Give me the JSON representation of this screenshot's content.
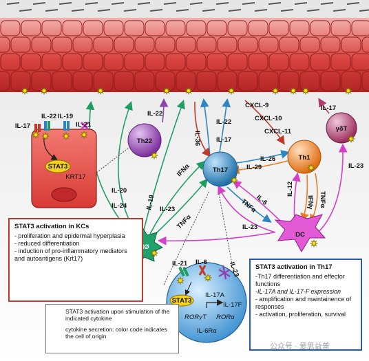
{
  "cells": {
    "th22": "Th22",
    "th17": "Th17",
    "th1": "Th1",
    "gdt": "γδT",
    "dc": "DC",
    "mo": "MØ",
    "kc_stat3": "STAT3",
    "kc_krt17": "KRT17",
    "th17_stat3": "STAT3"
  },
  "kc_receptors": {
    "il17": "IL-17",
    "il22": "IL-22",
    "il19": "IL-19",
    "il21": "IL-21"
  },
  "th17_receptors": {
    "il21": "IL-21",
    "il6": "IL-6",
    "il23": "IL-23"
  },
  "th17_cell_text": {
    "il17a": "IL-17A",
    "il17f": "IL-17F",
    "rorgt": "RORγT",
    "rora": "RORα",
    "il6ra": "IL-6Rα"
  },
  "cytokines": {
    "il22_th22": "IL-22",
    "il22_th17": "IL-22",
    "il36": "IL-36",
    "il17_th17": "IL-17",
    "cxcl9": "CXCL-9",
    "cxcl10": "CXCL-10",
    "cxcl11": "CXCL-11",
    "il17_gdt": "IL-17",
    "il23_gdt": "IL-23",
    "ifna_mo": "IFNα",
    "il26": "IL-26",
    "il29": "IL-29",
    "il20": "IL-20",
    "il19": "IL-19",
    "il24": "IL-24",
    "il23_mo": "IL-23",
    "tnfa_mo": "TNFα",
    "il6": "IL-6",
    "tnfa_dc": "TNFα",
    "il23_dc": "IL-23",
    "il12": "IL-12",
    "ifng": "IFNγ",
    "tnfa_th1": "TNFα"
  },
  "kc_box": {
    "title": "STAT3 activation in KCs",
    "items": [
      "- proliferation and epidermal hyperplasia",
      "- reduced differentiation",
      "- induction of pro-inflammatory mediators and autoantigens (Krt17)"
    ]
  },
  "th17_box": {
    "title": "STAT3 activation in Th17",
    "items": [
      "-Th17 differentiation and effector functions",
      "-IL-17A and IL-17-F expression",
      "- amplification and maintainence of responses",
      "- activation, proliferation, survival"
    ]
  },
  "legend": {
    "star_text": "STAT3 activation upon stimulation of the indicated cytokine",
    "arrow_text": "cytokine secretion: color code indicates the cell of origin"
  },
  "watermark": "公众号 · 爱思益普",
  "colors": {
    "epidermis": "#d83a3a",
    "th22": "#8e44ad",
    "th17": "#2e86c1",
    "th1": "#e67e22",
    "gdt": "#b03a6a",
    "dc": "#d63ec8",
    "mo": "#1e9e62",
    "star": "#f7e21a"
  }
}
